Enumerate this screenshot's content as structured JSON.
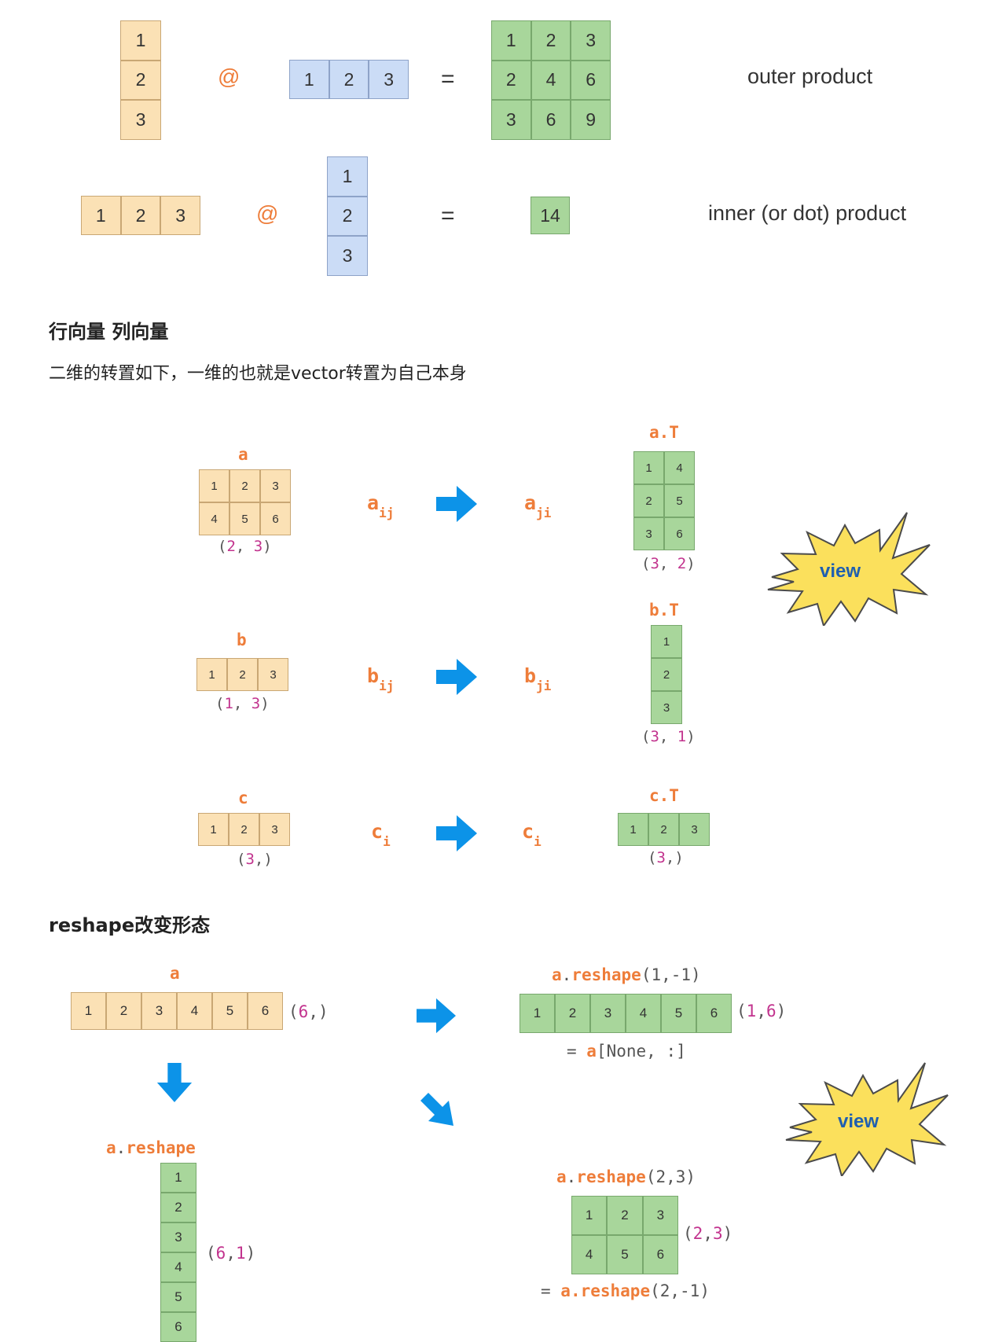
{
  "colors": {
    "orange": "#fbe1b5",
    "blue": "#cbdcf6",
    "green": "#a8d69b",
    "accent": "#ee7d3a",
    "arrow": "#0c93e8",
    "star": "#fbe05c",
    "star_text": "#1f5fb0",
    "shape_num": "#c2338e"
  },
  "outer": {
    "left": [
      "1",
      "2",
      "3"
    ],
    "op": "@",
    "right": [
      "1",
      "2",
      "3"
    ],
    "eq": "=",
    "result": [
      [
        "1",
        "2",
        "3"
      ],
      [
        "2",
        "4",
        "6"
      ],
      [
        "3",
        "6",
        "9"
      ]
    ],
    "label": "outer product"
  },
  "inner": {
    "left": [
      "1",
      "2",
      "3"
    ],
    "op": "@",
    "right": [
      "1",
      "2",
      "3"
    ],
    "eq": "=",
    "result": "14",
    "label": "inner (or dot) product"
  },
  "section1": {
    "title": "行向量 列向量",
    "text": "二维的转置如下，一维的也就是vector转置为自己本身"
  },
  "transpose": {
    "a": {
      "name": "a",
      "cells": [
        [
          "1",
          "2",
          "3"
        ],
        [
          "4",
          "5",
          "6"
        ]
      ],
      "shape_open": "(",
      "shape_a": "2",
      "shape_sep": ", ",
      "shape_b": "3",
      "shape_close": ")",
      "idx_base": "a",
      "idx_sub": "ij",
      "t_idx_base": "a",
      "t_idx_sub": "ji",
      "t_name": "a.T",
      "t_cells": [
        [
          "1",
          "4"
        ],
        [
          "2",
          "5"
        ],
        [
          "3",
          "6"
        ]
      ],
      "t_shape_a": "3",
      "t_shape_b": "2"
    },
    "b": {
      "name": "b",
      "cells": [
        "1",
        "2",
        "3"
      ],
      "shape_a": "1",
      "shape_b": "3",
      "idx_base": "b",
      "idx_sub": "ij",
      "t_idx_base": "b",
      "t_idx_sub": "ji",
      "t_name": "b.T",
      "t_cells": [
        "1",
        "2",
        "3"
      ],
      "t_shape_a": "3",
      "t_shape_b": "1"
    },
    "c": {
      "name": "c",
      "cells": [
        "1",
        "2",
        "3"
      ],
      "shape_a": "3",
      "shape_tail": ",",
      "idx_base": "c",
      "idx_sub": "i",
      "t_idx_base": "c",
      "t_idx_sub": "i",
      "t_name": "c.T",
      "t_cells": [
        "1",
        "2",
        "3"
      ],
      "t_shape_a": "3"
    },
    "star_label": "view"
  },
  "section2": {
    "title": "reshape改变形态"
  },
  "reshape": {
    "src_name": "a",
    "src_cells": [
      "1",
      "2",
      "3",
      "4",
      "5",
      "6"
    ],
    "src_shape_a": "6",
    "row": {
      "name": "a",
      "dot": ".",
      "method": "reshape",
      "args": "(1,-1)",
      "cells": [
        "1",
        "2",
        "3",
        "4",
        "5",
        "6"
      ],
      "shape_a": "1",
      "shape_b": "6",
      "alias_eq": "= ",
      "alias_var": "a",
      "alias_rest": "[None, :]"
    },
    "col": {
      "name": "a",
      "dot": ".",
      "method": "reshape",
      "cells": [
        "1",
        "2",
        "3",
        "4",
        "5",
        "6"
      ],
      "shape_a": "6",
      "shape_b": "1"
    },
    "mat": {
      "name": "a",
      "dot": ".",
      "method": "reshape",
      "args": "(2,3)",
      "cells": [
        [
          "1",
          "2",
          "3"
        ],
        [
          "4",
          "5",
          "6"
        ]
      ],
      "shape_a": "2",
      "shape_b": "3",
      "alias_eq": "= ",
      "alias_var": "a",
      "alias_method": ".reshape",
      "alias_args": "(2,-1)"
    },
    "star_label": "view"
  }
}
